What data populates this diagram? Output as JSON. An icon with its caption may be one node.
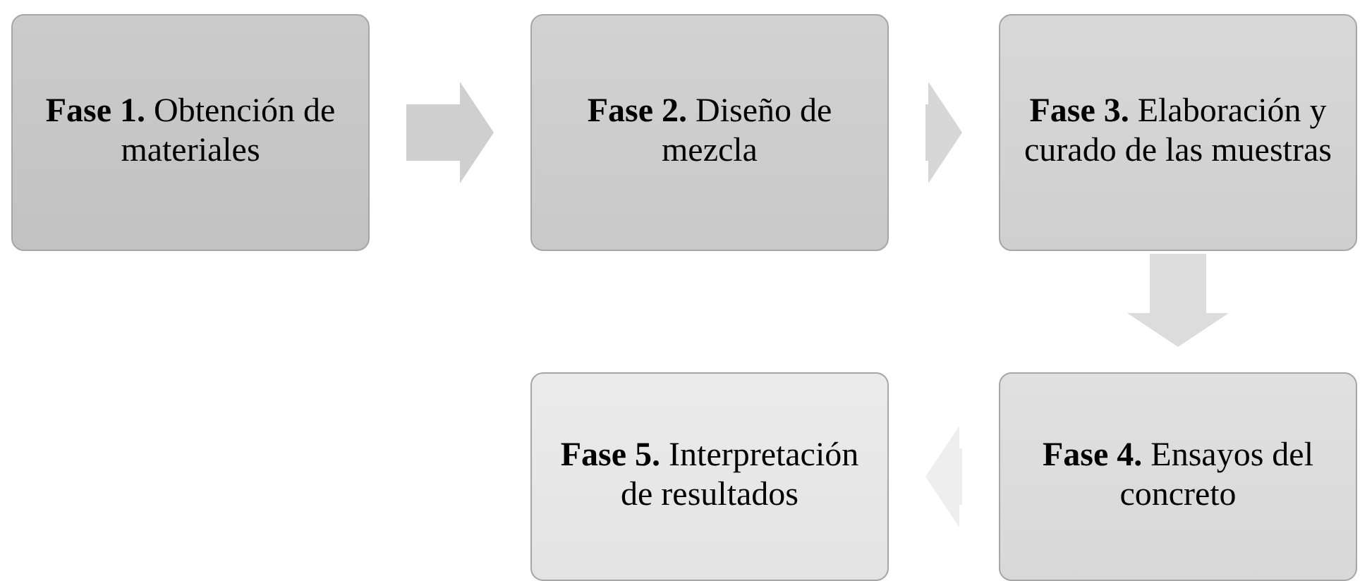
{
  "diagram": {
    "nodes": [
      {
        "text": [
          "**Fase 1.** Obtención de materiales"
        ]
      },
      {
        "text": [
          "**Fase 2.** Diseño de mezcla"
        ]
      },
      {
        "text": [
          "**Fase 3.** Elaboración y curado de las muestras"
        ]
      },
      {
        "text": [
          "**Fase 4.** Ensayos del concreto"
        ]
      },
      {
        "text": [
          "**Fase 5.** Interpretación de resultados"
        ]
      }
    ],
    "edges": [
      {
        "from": 0,
        "to": 1,
        "arrow": "to"
      },
      {
        "from": 1,
        "to": 2,
        "arrow": "to"
      },
      {
        "from": 2,
        "to": 3,
        "arrow": "to"
      },
      {
        "from": 3,
        "to": 4,
        "arrow": "to"
      }
    ]
  }
}
